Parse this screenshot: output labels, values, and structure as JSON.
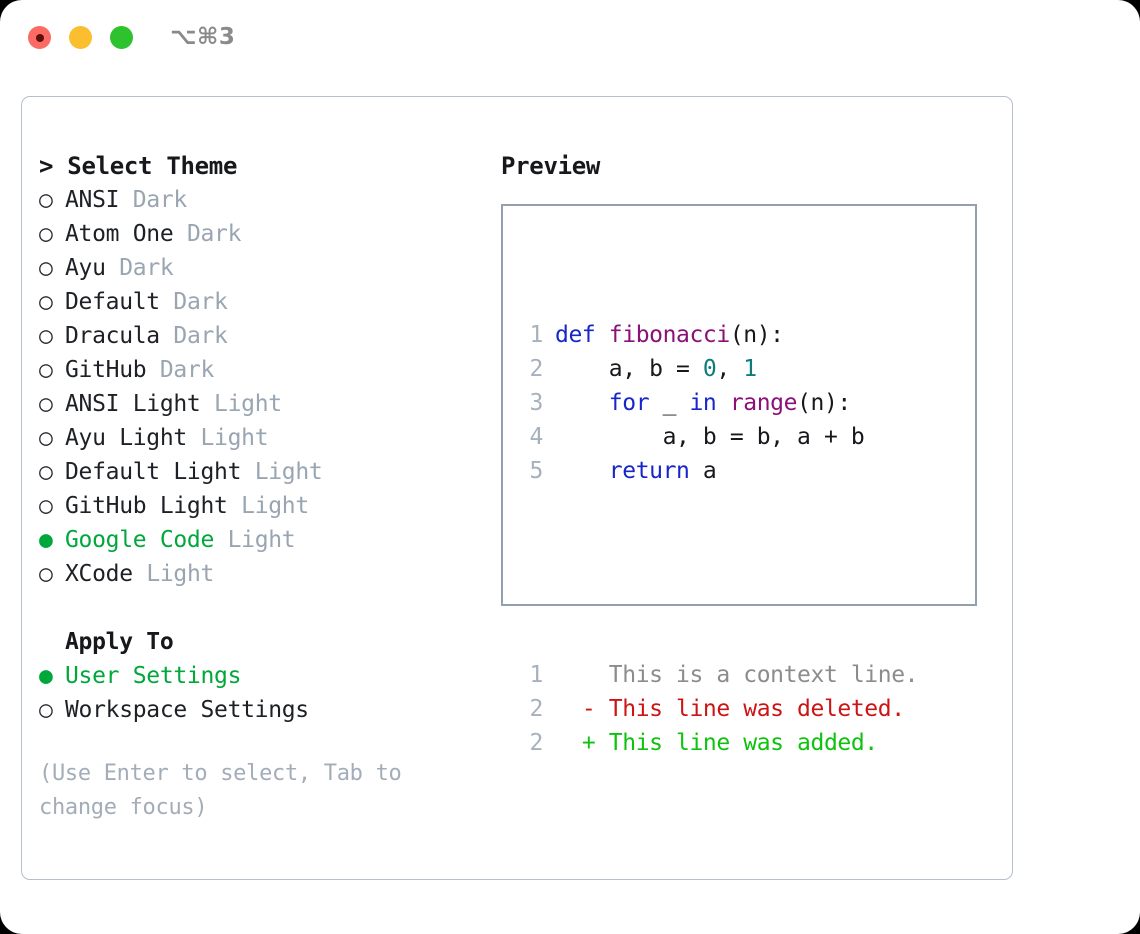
{
  "titlebar": {
    "shortcut": "⌥⌘3",
    "buttons": [
      {
        "name": "close",
        "color": "#fb6a63"
      },
      {
        "name": "minimize",
        "color": "#fbbe2e"
      },
      {
        "name": "maximize",
        "color": "#2ec22e"
      }
    ]
  },
  "theme_list": {
    "heading": "> Select Theme",
    "items": [
      {
        "bullet": "○",
        "label": "ANSI",
        "variant": "Dark",
        "selected": false
      },
      {
        "bullet": "○",
        "label": "Atom One",
        "variant": "Dark",
        "selected": false
      },
      {
        "bullet": "○",
        "label": "Ayu",
        "variant": "Dark",
        "selected": false
      },
      {
        "bullet": "○",
        "label": "Default",
        "variant": "Dark",
        "selected": false
      },
      {
        "bullet": "○",
        "label": "Dracula",
        "variant": "Dark",
        "selected": false
      },
      {
        "bullet": "○",
        "label": "GitHub",
        "variant": "Dark",
        "selected": false
      },
      {
        "bullet": "○",
        "label": "ANSI Light",
        "variant": "Light",
        "selected": false
      },
      {
        "bullet": "○",
        "label": "Ayu Light",
        "variant": "Light",
        "selected": false
      },
      {
        "bullet": "○",
        "label": "Default Light",
        "variant": "Light",
        "selected": false
      },
      {
        "bullet": "○",
        "label": "GitHub Light",
        "variant": "Light",
        "selected": false
      },
      {
        "bullet": "●",
        "label": "Google Code",
        "variant": "Light",
        "selected": true
      },
      {
        "bullet": "○",
        "label": "XCode",
        "variant": "Light",
        "selected": false
      }
    ]
  },
  "apply_to": {
    "heading": "Apply To",
    "items": [
      {
        "bullet": "●",
        "label": "User Settings",
        "selected": true
      },
      {
        "bullet": "○",
        "label": "Workspace Settings",
        "selected": false
      }
    ]
  },
  "hint": "(Use Enter to select, Tab to change focus)",
  "preview": {
    "title": "Preview",
    "code_lines": [
      {
        "n": "1",
        "tokens": [
          {
            "t": "def ",
            "c": "kw"
          },
          {
            "t": "fibonacci",
            "c": "fn"
          },
          {
            "t": "(n):",
            "c": "pln"
          }
        ]
      },
      {
        "n": "2",
        "tokens": [
          {
            "t": "    a, b = ",
            "c": "pln"
          },
          {
            "t": "0",
            "c": "num"
          },
          {
            "t": ", ",
            "c": "pln"
          },
          {
            "t": "1",
            "c": "num"
          }
        ]
      },
      {
        "n": "3",
        "tokens": [
          {
            "t": "    ",
            "c": "pln"
          },
          {
            "t": "for",
            "c": "kw"
          },
          {
            "t": " _ ",
            "c": "pln"
          },
          {
            "t": "in",
            "c": "kw"
          },
          {
            "t": " ",
            "c": "pln"
          },
          {
            "t": "range",
            "c": "fn"
          },
          {
            "t": "(n):",
            "c": "pln"
          }
        ]
      },
      {
        "n": "4",
        "tokens": [
          {
            "t": "        a, b = b, a + b",
            "c": "pln"
          }
        ]
      },
      {
        "n": "5",
        "tokens": [
          {
            "t": "    ",
            "c": "pln"
          },
          {
            "t": "return",
            "c": "kw"
          },
          {
            "t": " a",
            "c": "pln"
          }
        ]
      }
    ],
    "diff_lines": [
      {
        "n": "1",
        "marker": "  ",
        "text": "This is a context line.",
        "kind": "ctx"
      },
      {
        "n": "2",
        "marker": "- ",
        "text": "This line was deleted.",
        "kind": "del"
      },
      {
        "n": "2",
        "marker": "+ ",
        "text": "This line was added.",
        "kind": "add"
      }
    ]
  },
  "colors": {
    "accent_green": "#00a83c",
    "muted": "#9aa5b2",
    "keyword": "#1626c8",
    "function": "#8a1177",
    "number": "#0f7b7b",
    "deleted": "#cc1414",
    "added": "#0ec20e",
    "border": "#93a0b0"
  }
}
